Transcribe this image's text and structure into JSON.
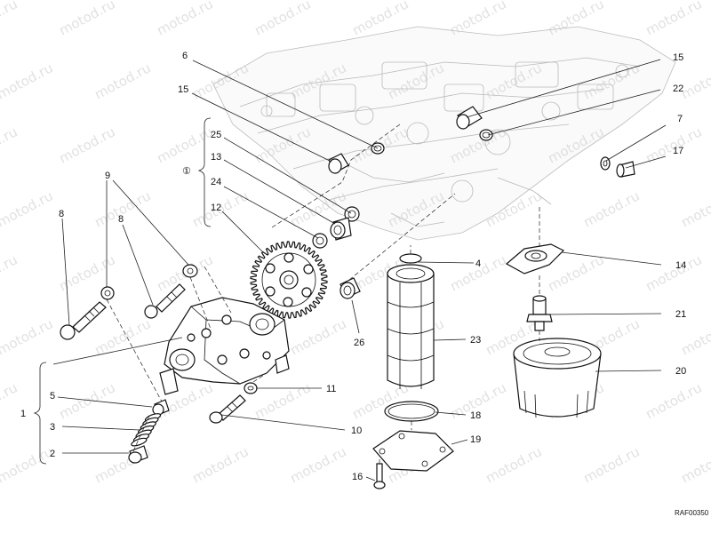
{
  "watermark": "motod.ru",
  "figure_code": "RAF00350",
  "group_labels": {
    "main_group": "1",
    "circled_group": "①"
  },
  "callouts": {
    "c6": "6",
    "c15a": "15",
    "c15b": "15",
    "c22": "22",
    "c7": "7",
    "c17": "17",
    "c25": "25",
    "c13": "13",
    "c24": "24",
    "c12": "12",
    "c9": "9",
    "c8a": "8",
    "c8b": "8",
    "c4": "4",
    "c14": "14",
    "c21": "21",
    "c23": "23",
    "c20": "20",
    "c26": "26",
    "c11": "11",
    "c10": "10",
    "c18": "18",
    "c19": "19",
    "c16": "16",
    "c5": "5",
    "c3": "3",
    "c2": "2"
  }
}
